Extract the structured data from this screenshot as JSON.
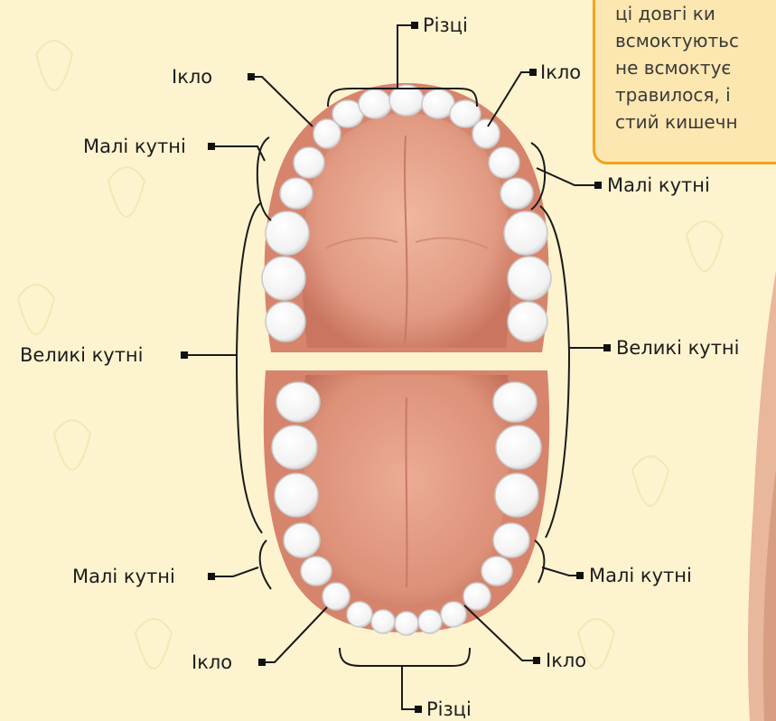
{
  "labels": {
    "incisors_top": "Різці",
    "canine_top_left": "Ікло",
    "canine_top_right": "Ікло",
    "premolars_top_left": "Малі кутні",
    "premolars_top_right": "Малі кутні",
    "molars_left": "Великі кутні",
    "molars_right": "Великі кутні",
    "premolars_bottom_left": "Малі кутні",
    "premolars_bottom_right": "Малі кутні",
    "canine_bottom_left": "Ікло",
    "canine_bottom_right": "Ікло",
    "incisors_bottom": "Різці"
  },
  "note": {
    "lines": [
      "ці довгі ки",
      "всмоктуютьс",
      "не всмоктує",
      "травилося,  і",
      "стий кишечн"
    ]
  },
  "colors": {
    "background": "#fdf3cf",
    "note_border": "#f3a31b",
    "note_fill": "#fde7b0",
    "gum": "#d98a74",
    "palate": "#e8a58d",
    "tooth": "#fbfbfb"
  }
}
